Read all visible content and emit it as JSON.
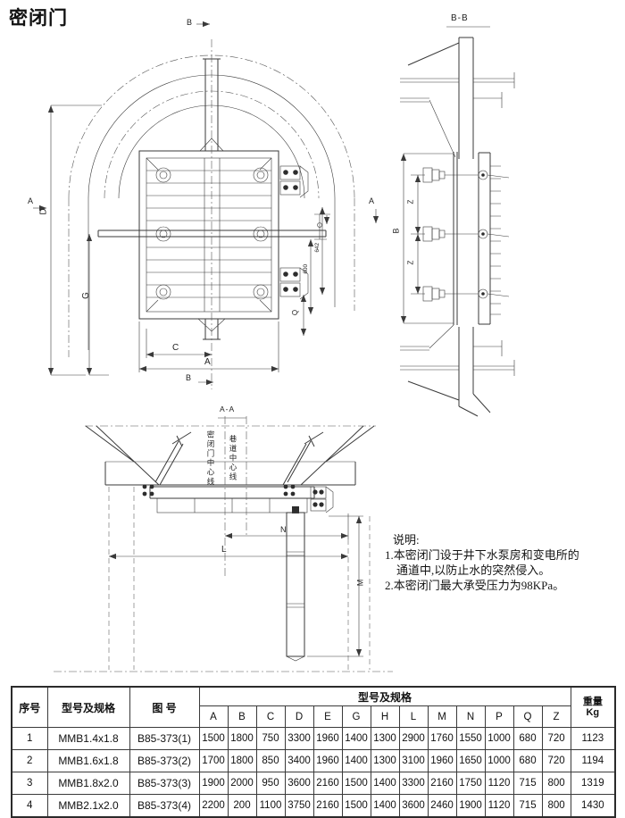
{
  "title": "密闭门",
  "front_view": {
    "section_b_top": "B",
    "section_b_bottom": "B",
    "section_a_left": "A",
    "section_a_right": "A",
    "dim_d": "D",
    "dim_g": "G",
    "dim_c": "C",
    "dim_a": "A",
    "dim_q": "Q",
    "dim_600": "600",
    "dim_642": "642"
  },
  "side_view": {
    "title": "B-B",
    "dim_b": "B",
    "dim_z1": "Z",
    "dim_z2": "Z"
  },
  "plan_view": {
    "title": "A-A",
    "centerline_door": "密闭门中心线",
    "centerline_tunnel": "巷道中心线",
    "dim_n": "N",
    "dim_l": "L",
    "dim_m": "M"
  },
  "notes": {
    "heading": "说明:",
    "line1": "1.本密闭门设于井下水泵房和变电所的",
    "line2": "通道中,以防止水的突然侵入。",
    "line3": "2.本密闭门最大承受压力为98KPa。"
  },
  "table": {
    "header": {
      "seq": "序号",
      "model": "型号及规格",
      "drawing": "图 号",
      "group": "型号及规格",
      "weight1": "重量",
      "weight2": "Kg",
      "dims": [
        "A",
        "B",
        "C",
        "D",
        "E",
        "G",
        "H",
        "L",
        "M",
        "N",
        "P",
        "Q",
        "Z"
      ]
    },
    "rows": [
      {
        "seq": "1",
        "model": "MMB1.4x1.8",
        "drawing_no": "B85-373(1)",
        "dims": [
          "1500",
          "1800",
          "750",
          "3300",
          "1960",
          "1400",
          "1300",
          "2900",
          "1760",
          "1550",
          "1000",
          "680",
          "720"
        ],
        "weight": "1123"
      },
      {
        "seq": "2",
        "model": "MMB1.6x1.8",
        "drawing_no": "B85-373(2)",
        "dims": [
          "1700",
          "1800",
          "850",
          "3400",
          "1960",
          "1400",
          "1300",
          "3100",
          "1960",
          "1650",
          "1000",
          "680",
          "720"
        ],
        "weight": "1194"
      },
      {
        "seq": "3",
        "model": "MMB1.8x2.0",
        "drawing_no": "B85-373(3)",
        "dims": [
          "1900",
          "2000",
          "950",
          "3600",
          "2160",
          "1500",
          "1400",
          "3300",
          "2160",
          "1750",
          "1120",
          "715",
          "800"
        ],
        "weight": "1319"
      },
      {
        "seq": "4",
        "model": "MMB2.1x2.0",
        "drawing_no": "B85-373(4)",
        "dims": [
          "2200",
          "200",
          "1100",
          "3750",
          "2160",
          "1500",
          "1400",
          "3600",
          "2460",
          "1900",
          "1120",
          "715",
          "800"
        ],
        "weight": "1430"
      }
    ]
  }
}
